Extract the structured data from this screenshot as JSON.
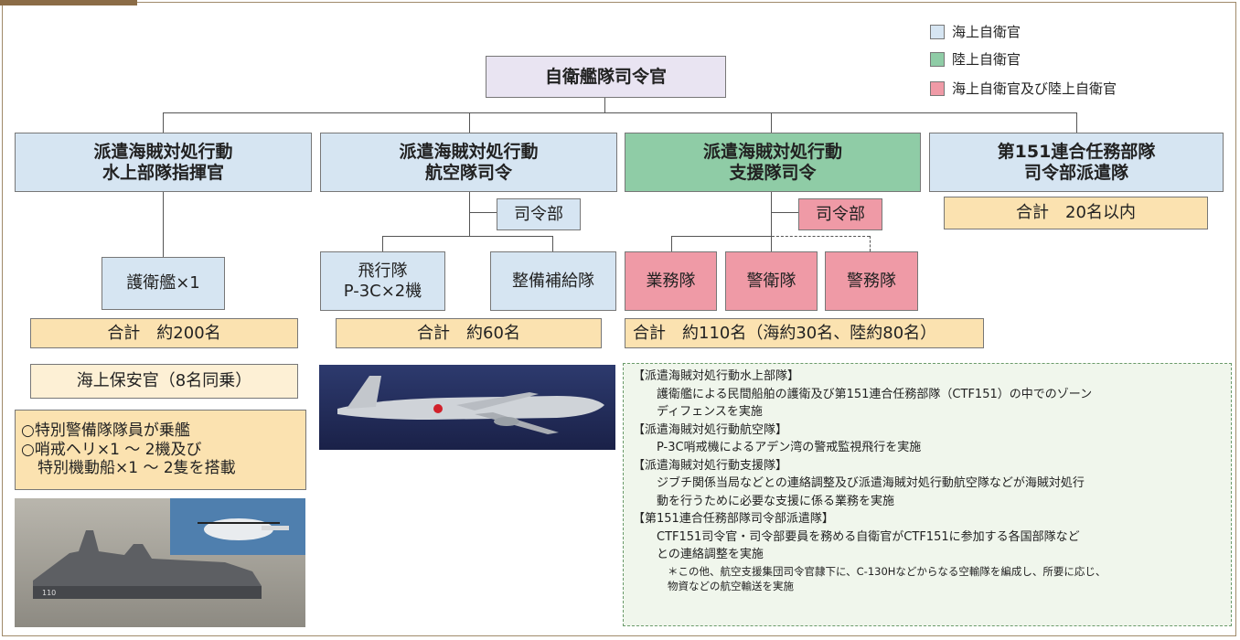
{
  "legend": [
    {
      "label": "海上自衛官",
      "color": "#d6e5f2"
    },
    {
      "label": "陸上自衛官",
      "color": "#8fcca6"
    },
    {
      "label": "海上自衛官及び陸上自衛官",
      "color": "#ef9aa6"
    }
  ],
  "top": "自衛艦隊司令官",
  "units": [
    {
      "line1": "派遣海賊対処行動",
      "line2": "水上部隊指揮官"
    },
    {
      "line1": "派遣海賊対処行動",
      "line2": "航空隊司令"
    },
    {
      "line1": "派遣海賊対処行動",
      "line2": "支援隊司令"
    },
    {
      "line1": "第151連合任務部隊",
      "line2": "司令部派遣隊"
    }
  ],
  "hq_label": "司令部",
  "surface": {
    "ship": "護衛艦×1",
    "total": "合計　約200名",
    "coast_guard": "海上保安官（8名同乗）",
    "extra": [
      "○特別警備隊隊員が乗艦",
      "○哨戒ヘリ×1 ～ 2機及び",
      "特別機動船×1 ～ 2隻を搭載"
    ]
  },
  "air": {
    "flight_line1": "飛行隊",
    "flight_line2": "P-3C×2機",
    "maint": "整備補給隊",
    "total": "合計　約60名"
  },
  "support": {
    "units": [
      "業務隊",
      "警衛隊",
      "警務隊"
    ],
    "total": "合計　約110名（海約30名、陸約80名）"
  },
  "ctf": {
    "total": "合計　20名以内"
  },
  "notes": [
    {
      "type": "h",
      "text": "【派遣海賊対処行動水上部隊】"
    },
    {
      "type": "b",
      "text": "護衛艦による民間船舶の護衛及び第151連合任務部隊（CTF151）の中でのゾーン"
    },
    {
      "type": "b",
      "text": "ディフェンスを実施"
    },
    {
      "type": "h",
      "text": "【派遣海賊対処行動航空隊】"
    },
    {
      "type": "b",
      "text": "P-3C哨戒機によるアデン湾の警戒監視飛行を実施"
    },
    {
      "type": "h",
      "text": "【派遣海賊対処行動支援隊】"
    },
    {
      "type": "b",
      "text": "ジブチ関係当局などとの連絡調整及び派遣海賊対処行動航空隊などが海賊対処行"
    },
    {
      "type": "b",
      "text": "動を行うために必要な支援に係る業務を実施"
    },
    {
      "type": "h",
      "text": "【第151連合任務部隊司令部派遣隊】"
    },
    {
      "type": "b",
      "text": "CTF151司令官・司令部要員を務める自衛官がCTF151に参加する各国部隊など"
    },
    {
      "type": "b",
      "text": "との連絡調整を実施"
    },
    {
      "type": "sm",
      "text": "＊この他、航空支援集団司令官隷下に、C-130Hなどからなる空輸隊を編成し、所要に応じ、"
    },
    {
      "type": "sm",
      "text": "物資などの航空輸送を実施"
    }
  ]
}
